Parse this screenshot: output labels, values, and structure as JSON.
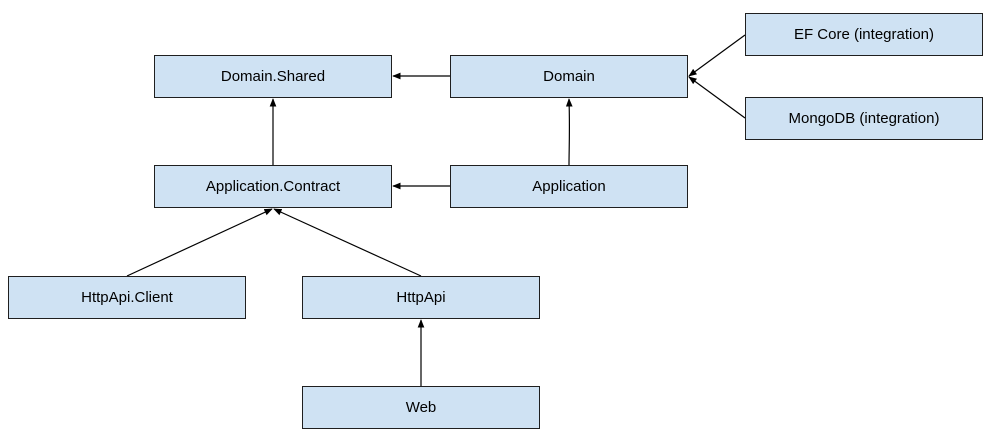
{
  "diagram": {
    "nodes": {
      "domain_shared": "Domain.Shared",
      "domain": "Domain",
      "ef_core": "EF Core (integration)",
      "mongodb": "MongoDB (integration)",
      "application_contract": "Application.Contract",
      "application": "Application",
      "httpapi_client": "HttpApi.Client",
      "httpapi": "HttpApi",
      "web": "Web"
    },
    "edges": [
      {
        "from": "Domain",
        "to": "Domain.Shared"
      },
      {
        "from": "EF Core (integration)",
        "to": "Domain"
      },
      {
        "from": "MongoDB (integration)",
        "to": "Domain"
      },
      {
        "from": "Application.Contract",
        "to": "Domain.Shared"
      },
      {
        "from": "Application",
        "to": "Domain"
      },
      {
        "from": "Application",
        "to": "Application.Contract"
      },
      {
        "from": "HttpApi.Client",
        "to": "Application.Contract"
      },
      {
        "from": "HttpApi",
        "to": "Application.Contract"
      },
      {
        "from": "Web",
        "to": "HttpApi"
      }
    ],
    "colors": {
      "node_fill": "#cfe2f3",
      "node_border": "#1f1f1f",
      "edge": "#000000"
    }
  }
}
